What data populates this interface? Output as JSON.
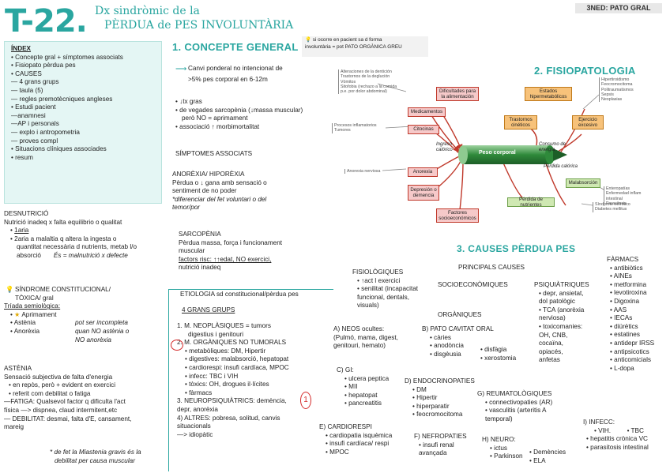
{
  "header": {
    "code": "T-22.",
    "title_line1": "Dx sindròmic de la",
    "title_line2": "PÈRDUA de PES INVOLUNTÀRIA",
    "tag": "3NED: PATO GRAL"
  },
  "index": {
    "title": "ÍNDEX",
    "items": [
      "• Concepte gral + símptomes associats",
      "• Fisiopato pèrdua pes",
      "• CAUSES",
      "— 4 grans grups",
      "— taula (5)",
      "— regles premotècniques angleses",
      "• Estudi pacient",
      "—anamnesi",
      "—AP i personals",
      "— explo i antropometria",
      "— proves compl",
      "• Situacions clíniques associades",
      "• resum"
    ]
  },
  "desnutricio": {
    "title": "DESNUTRICIÓ",
    "def": "Nutrició inadeq x falta equilibrio o qualitat",
    "b1": "1aria",
    "b2a": "2aria a malaltia q altera la ingesta o",
    "b2b": "quantitat necessària d nutrients, metab l/o",
    "b2c": "absorció",
    "b2d": "És = malnutrició x defecte"
  },
  "sindrome": {
    "title1": "SÍNDROME CONSTITUCIONAL/",
    "title2": "TÒXICA/ gral",
    "triada": "Tríada semiològica:",
    "items": [
      "Aprimament",
      "Astènia",
      "Anorèxia"
    ],
    "note1": "pot ser incompleta",
    "note2": "quan NO astènia o",
    "note3": "NO anorèxia"
  },
  "astenia": {
    "title": "ASTÈNIA",
    "l1": "Sensació subjectiva de falta d'energia",
    "l2": "• en repòs, però + evident en exercici",
    "l3": "• referit com debilitat o fatiga",
    "l4": "—FATIGA: Qualsevol factor q dificulta l'act",
    "l5": "física —> dispnea, claud intermitent,etc",
    "l6": "— DEBILITAT: desmai, falta d'E, cansament,",
    "l7": "mareig",
    "note1": "* de fet la Miastenia gravis és la",
    "note2": "debilitat per causa muscular"
  },
  "concepte": {
    "title": "1. CONCEPTE GENERAL",
    "aside1": "si ocorre en pacient sa d forma",
    "aside2": "involuntària = pot PATO ORGÀNICA GREU",
    "l1": "Canvi ponderal no intencionat de",
    "l2": ">5% pes corporal en 6-12m",
    "b1": "↓tx gras",
    "b2": "de vegades sarcopènia (↓massa muscular)",
    "b2b": "però NO = aprimament",
    "b3": "associació ↑ morbimortalitat",
    "sympt": "SÍMPTOMES ASSOCIATS",
    "anor": "ANORÈXIA/ HIPORÈXIA",
    "anor1": "Pèrdua o ↓ gana amb sensació o",
    "anor2": "sentiment de no poder",
    "anor3": "*diferenciar del fet voluntari o del",
    "anor4": "temor/por",
    "sarc": "SARCOPÈNIA",
    "sarc1": "Pèrdua massa, força i funcionament",
    "sarc2": "muscular",
    "sarc3": "factors risc: ↑↑edat, NO exercici,",
    "sarc4": "nutrició inadeq"
  },
  "etiologia": {
    "title": "ETIOLOGIA sd constitucional/pèrdua pes",
    "sub": "4 GRANS GRUPS",
    "g1": "1. M. NEOPLÀSIQUES = tumors",
    "g1b": "digestius i genitouri",
    "g2": "2. M. ORGÀNIQUES NO TUMORALS",
    "g2items": [
      "• metabòliques: DM, Hipertir",
      "• digestives: malabsorció, hepatopat",
      "• cardiorespi: insufi cardíaca, MPOC",
      "• infecc: TBC i VIH",
      "• tòxics: OH, drogues il·lícites",
      "• fàrmacs"
    ],
    "g3": "3. NEUROPSIQUIÀTRICS: demència,",
    "g3b": "depr, anorèxia",
    "g4": "4) ALTRES: pobresa, solitud, canvis",
    "g4b": "situacionals",
    "g4c": "—> idiopàtic"
  },
  "fisiopato": {
    "title": "2. FISIOPATOLOGIA",
    "center": "Peso corporal",
    "ingreso": "Ingreso calórico",
    "consumo": "Consumo de energía",
    "perdida": "Pérdida calórica",
    "nodes": {
      "dificultades": "Dificultades para la alimentación",
      "medicamentos": "Medicamentos",
      "citocinas": "Citocinas",
      "anorexia": "Anorexia",
      "depresion": "Depresión o demencia",
      "factores": "Factores socioeconómicos",
      "estados": "Estados hipermetabólicos",
      "trastornos": "Trastornos cinéticos",
      "ejercicio": "Ejercicio excesivo",
      "malabsorcion": "Malabsorción",
      "perdida_nutr": "Pérdida de nutrientes"
    },
    "notes": {
      "boca": [
        "Alteraciones de la dentición",
        "Trastornos de la deglución",
        "Vómitos",
        "Sitofobia (rechazo a la comida",
        "p.e. por dolor abdominal)"
      ],
      "proc": [
        "Procesos inflamatorios",
        "Tumores"
      ],
      "anor": [
        "Anorexia nerviosa"
      ],
      "hiper": [
        "Hipertiroidismo",
        "Feocromocitoma",
        "Politraumatismos",
        "Sepsis",
        "Neoplasias"
      ],
      "entero": [
        "Enteropatías",
        "Enfermedad inflam",
        "intestinal",
        "Parasitosis"
      ],
      "nefro": [
        "Síndrome nefrótico",
        "Diabetes mellitus"
      ]
    }
  },
  "causes": {
    "title": "3. CAUSES PÈRDUA PES",
    "principals": "PRINCIPALS CAUSES",
    "fisio_t": "FISIOLÒGIQUES",
    "fisio": [
      "• ↑act l exercici",
      "• senilitat (incapacitat",
      "funcional, dentals,",
      "visuals)"
    ],
    "socio": "SOCIOECONÒMIQUES",
    "psiq_t": "PSIQUIÀTRIQUES",
    "psiq": [
      "• depr, ansietat,",
      "dol patològic",
      "• TCA (anorèxia",
      "nerviosa)",
      "• toxicomanies:",
      "OH, CNB,",
      "cocaïna,",
      "opiacés,",
      "anfetas"
    ],
    "organ": "ORGÀNIQUES",
    "a": "A) NEOS ocultes:",
    "a1": "(Pulmó, mama, digest,",
    "a2": "genitouri, hemato)",
    "b": "B) PATO CAVITAT ORAL",
    "b_items": [
      "• càries",
      "• anodòncia",
      "• disgèusia"
    ],
    "b_items2": [
      "• disfàgia",
      "• xerostomia"
    ],
    "c": "C) GI:",
    "c_items": [
      "• ulcera peptica",
      "• MII",
      "• hepatopat",
      "• pancreatitis"
    ],
    "d": "D) ENDOCRINOPATIES",
    "d_items": [
      "• DM",
      "• Hipertir",
      "• hiperparatir",
      "• feocromocitoma"
    ],
    "e": "E) CARDIORESPI",
    "e_items": [
      "• cardiopatia isquèmica",
      "• insufi cardíaca/ respi",
      "• MPOC"
    ],
    "f": "F) NEFROPATIES",
    "f_items": [
      "• insufi renal",
      "avançada"
    ],
    "g": "G) REUMATOLÒGIQUES",
    "g_items": [
      "• connectivopaties (AR)",
      "• vasculitis (arteritis A",
      "temporal)"
    ],
    "h": "H) NEURO:",
    "h_items": [
      "• ictus",
      "• Parkinson"
    ],
    "h_items2": [
      "• Demències",
      "• ELA"
    ],
    "farm_t": "FÀRMACS",
    "farm": [
      "• antibiòtics",
      "• AINEs",
      "• metformina",
      "• levotiroxina",
      "• Digoxina",
      "• AAS",
      "• IECAs",
      "• diürètics",
      "• estatines",
      "• antidepr IRSS",
      "• antipsicotics",
      "• anticomicials",
      "• L-dopa"
    ],
    "infecc": "I) INFECC:",
    "inf1": "• VIH.",
    "inf1b": "• TBC",
    "inf2": "• hepatitis crònica VC",
    "inf3": "• parasitosis intestinal"
  }
}
